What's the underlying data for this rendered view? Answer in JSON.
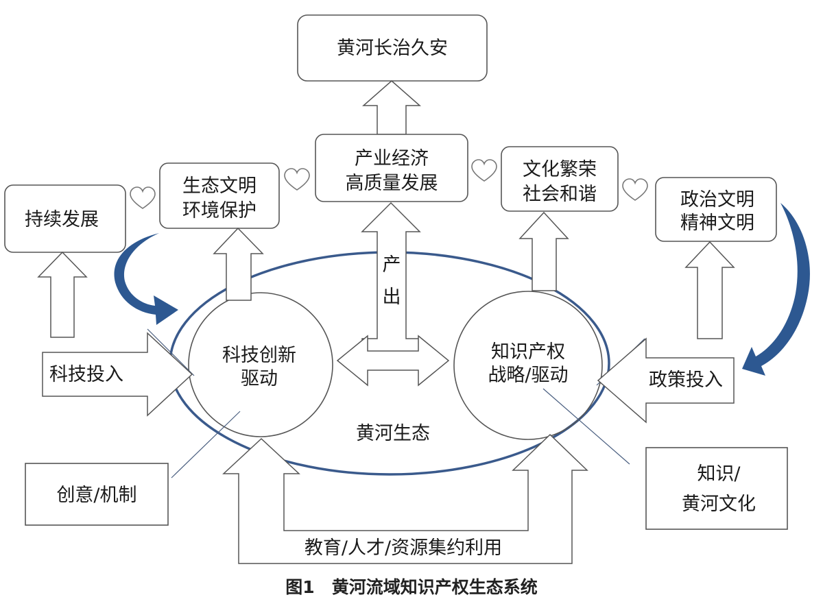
{
  "top_goal": "黄河长治久安",
  "outcome_boxes": {
    "sustainable": "持续发展",
    "ecology": [
      "生态文明",
      "环境保护"
    ],
    "industry": [
      "产业经济",
      "高质量发展"
    ],
    "culture": [
      "文化繁荣",
      "社会和谐"
    ],
    "politics": [
      "政治文明",
      "精神文明"
    ]
  },
  "output_label": [
    "产",
    "出"
  ],
  "core": {
    "ellipse_label": "黄河生态",
    "left_circle": [
      "科技创新",
      "驱动"
    ],
    "right_circle": [
      "知识产权",
      "战略/驱动"
    ]
  },
  "inputs": {
    "tech_input": "科技投入",
    "policy_input": "政策投入",
    "base": "教育/人才/资源集约利用"
  },
  "side_boxes": {
    "creativity": "创意/机制",
    "knowledge": [
      "知识/",
      "黄河文化"
    ]
  },
  "caption": "图1　黄河流域知识产权生态系统",
  "colors": {
    "curve_arrow": "#2d5891",
    "ellipse": "#3a5a8c",
    "border": "#555555"
  },
  "icons": [
    "heart-icon",
    "curved-arrow-icon"
  ]
}
